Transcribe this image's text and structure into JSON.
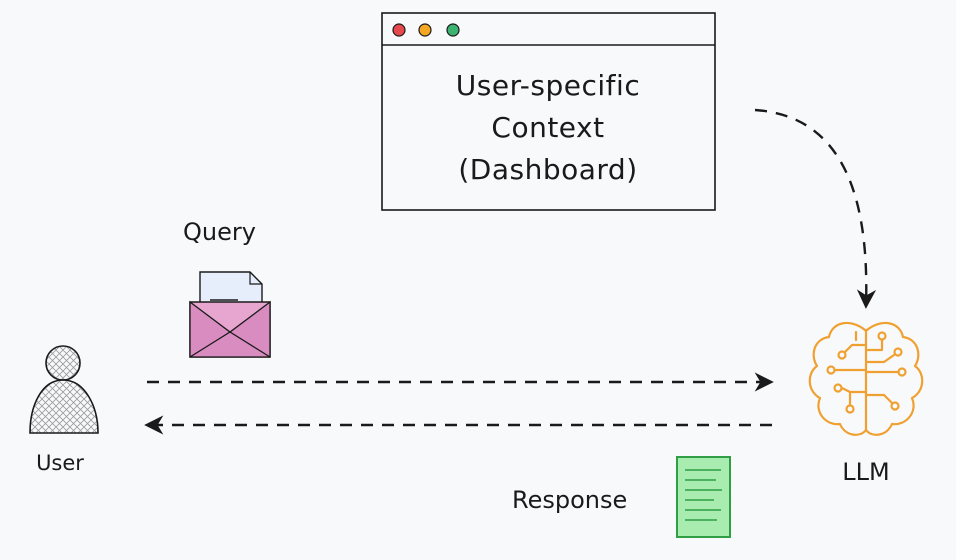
{
  "context_window": {
    "lines": [
      "User-specific",
      "Context",
      "(Dashboard)"
    ],
    "traffic_lights": [
      "#e5484d",
      "#f5a623",
      "#3cb371"
    ]
  },
  "labels": {
    "query": "Query",
    "user": "User",
    "llm": "LLM",
    "response": "Response"
  },
  "icons": {
    "user": "user-icon",
    "query": "envelope-letter-icon",
    "llm": "brain-circuit-icon",
    "response": "document-icon"
  },
  "colors": {
    "background": "#f8f9fb",
    "stroke": "#1a1a1a",
    "envelope": "#e7a6cf",
    "envelope_dark": "#d98cc0",
    "letter": "#e6eefb",
    "llm": "#f0a030",
    "document_fill": "#a9ecb0",
    "document_stroke": "#2f9e44"
  }
}
